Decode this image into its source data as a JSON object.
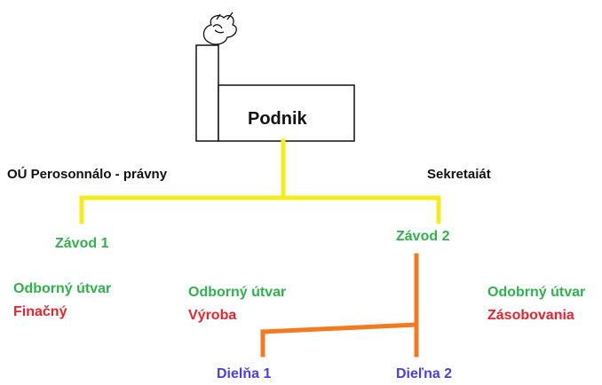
{
  "colors": {
    "yellow_line": "#f5ec1c",
    "orange_line": "#f47a1f",
    "green_text": "#2eb34a",
    "red_text": "#e8232e",
    "blue_text": "#4a3fe0",
    "outline": "#111111"
  },
  "icons": {
    "factory": "factory-building-with-chimney-and-smoke-icon"
  },
  "root": {
    "label": "Podnik"
  },
  "staff": {
    "left": "OÚ Perosonnálo - právny",
    "right": "Sekretaiát"
  },
  "plants": [
    {
      "label": "Závod 1"
    },
    {
      "label": "Závod 2"
    }
  ],
  "units": [
    {
      "line1": "Odborný útvar",
      "line2": "Finačný"
    },
    {
      "line1": "Odborný útvar",
      "line2": "Výroba"
    },
    {
      "line1": "Odobrný útvar",
      "line2": "Zásobovania"
    }
  ],
  "workshops": [
    {
      "label": "Dielňa 1"
    },
    {
      "label": "Dieľna 2"
    }
  ]
}
